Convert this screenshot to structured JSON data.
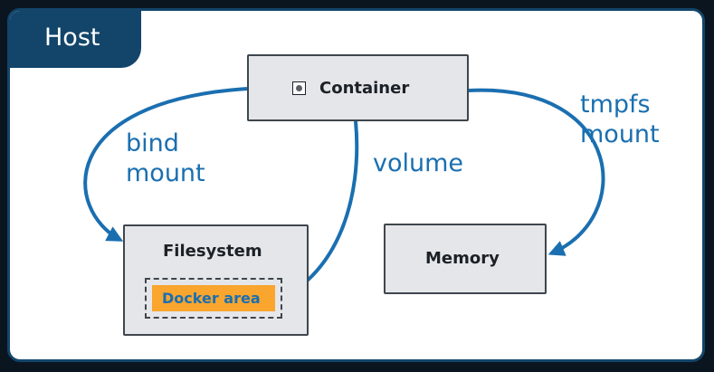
{
  "host": {
    "label": "Host"
  },
  "nodes": {
    "container": "Container",
    "filesystem": "Filesystem",
    "docker_area": "Docker area",
    "memory": "Memory"
  },
  "edges": {
    "bind_mount": [
      "bind",
      "mount"
    ],
    "volume": "volume",
    "tmpfs_mount": [
      "tmpfs",
      "mount"
    ]
  },
  "colors": {
    "host_blue": "#13456a",
    "arrow_blue": "#1a6fb0",
    "box_fill": "#e5e6e9",
    "docker_orange": "#f9a52e"
  },
  "icons": {
    "container": "container-icon"
  }
}
